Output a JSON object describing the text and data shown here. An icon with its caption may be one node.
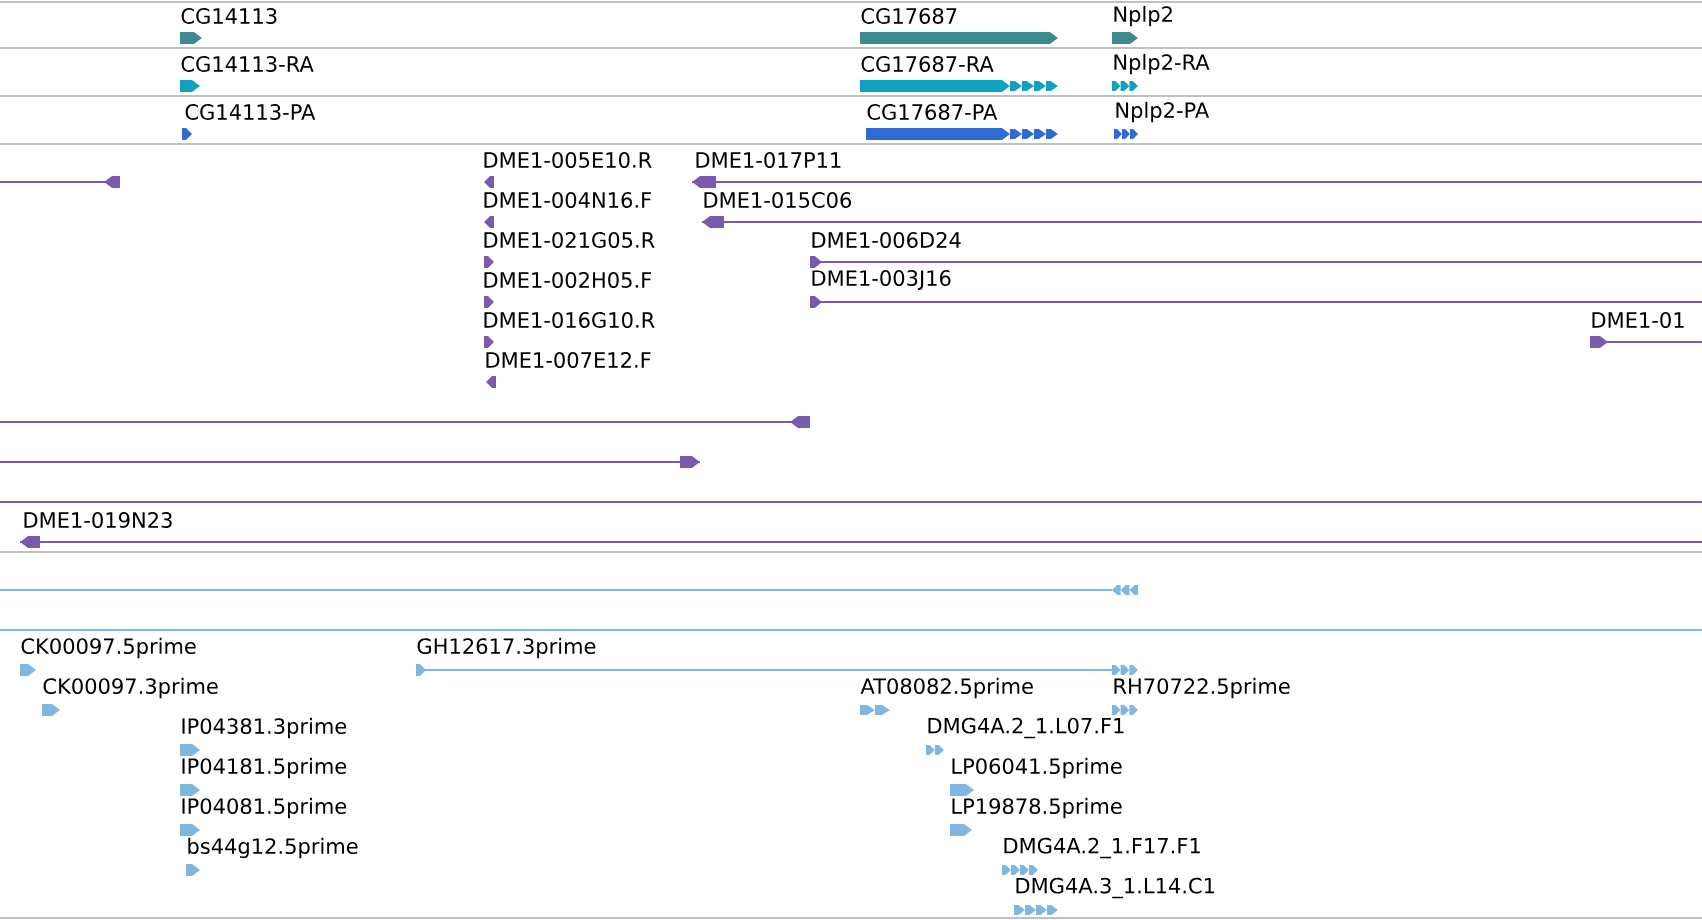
{
  "diagram": {
    "labels": [
      "CG14113",
      "CG17687",
      "Nplp2",
      "CG14113-RA",
      "CG17687-RA",
      "Nplp2-RA",
      "CG14113-PA",
      "CG17687-PA",
      "Nplp2-PA",
      "DME1-005E10.R",
      "DME1-017P11",
      "DME1-004N16.F",
      "DME1-015C06",
      "DME1-021G05.R",
      "DME1-006D24",
      "DME1-002H05.F",
      "DME1-003J16",
      "DME1-016G10.R",
      "DME1-01",
      "DME1-007E12.F",
      "DME1-019N23",
      "CK00097.5prime",
      "GH12617.3prime",
      "CK00097.3prime",
      "AT08082.5prime",
      "RH70722.5prime",
      "IP04381.3prime",
      "DMG4A.2_1.L07.F1",
      "IP04181.5prime",
      "LP06041.5prime",
      "IP04081.5prime",
      "LP19878.5prime",
      "bs44g12.5prime",
      "DMG4A.2_1.F17.F1",
      "DMG4A.3_1.L14.C1"
    ]
  }
}
